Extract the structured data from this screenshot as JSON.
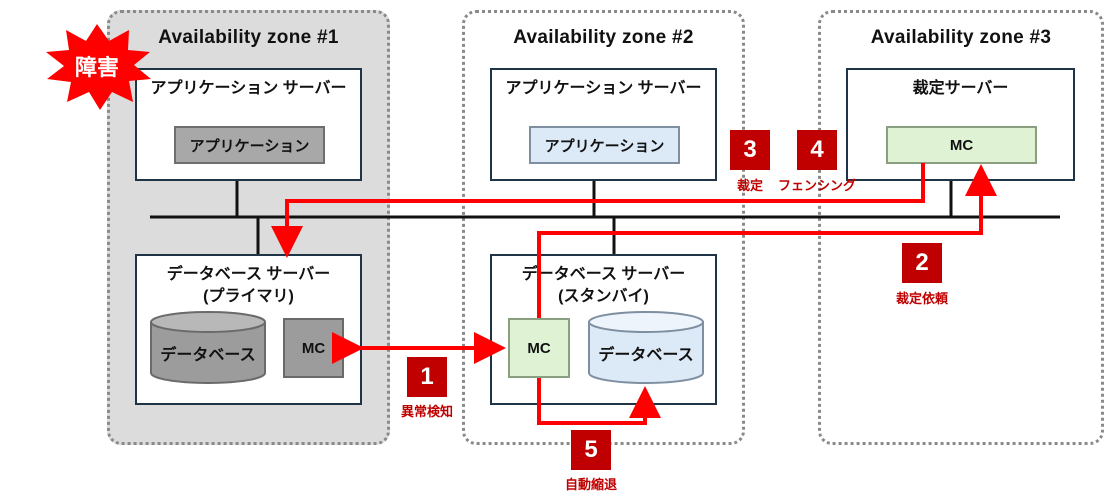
{
  "zones": [
    {
      "title": "Availability zone #1"
    },
    {
      "title": "Availability zone #2"
    },
    {
      "title": "Availability zone #3"
    }
  ],
  "failure_badge": "障害",
  "zone1": {
    "app_server": {
      "title": "アプリケーション サーバー",
      "app": "アプリケーション"
    },
    "db_server": {
      "title_line1": "データベース サーバー",
      "title_line2": "(プライマリ)",
      "database": "データベース",
      "mc": "MC"
    }
  },
  "zone2": {
    "app_server": {
      "title": "アプリケーション サーバー",
      "app": "アプリケーション"
    },
    "db_server": {
      "title_line1": "データベース サーバー",
      "title_line2": "(スタンバイ)",
      "mc": "MC",
      "database": "データベース"
    }
  },
  "zone3": {
    "arbiter": {
      "title": "裁定サーバー",
      "mc": "MC"
    }
  },
  "steps": [
    {
      "number": "1",
      "label": "異常検知"
    },
    {
      "number": "2",
      "label": "裁定依頼"
    },
    {
      "number": "3",
      "label": "裁定"
    },
    {
      "number": "4",
      "label": "フェンシング"
    },
    {
      "number": "5",
      "label": "自動縮退"
    }
  ],
  "colors": {
    "accent_red": "#c00000",
    "failure_red": "#ff0000",
    "zone_border": "#8a8a8a",
    "server_border": "#1f3446"
  }
}
